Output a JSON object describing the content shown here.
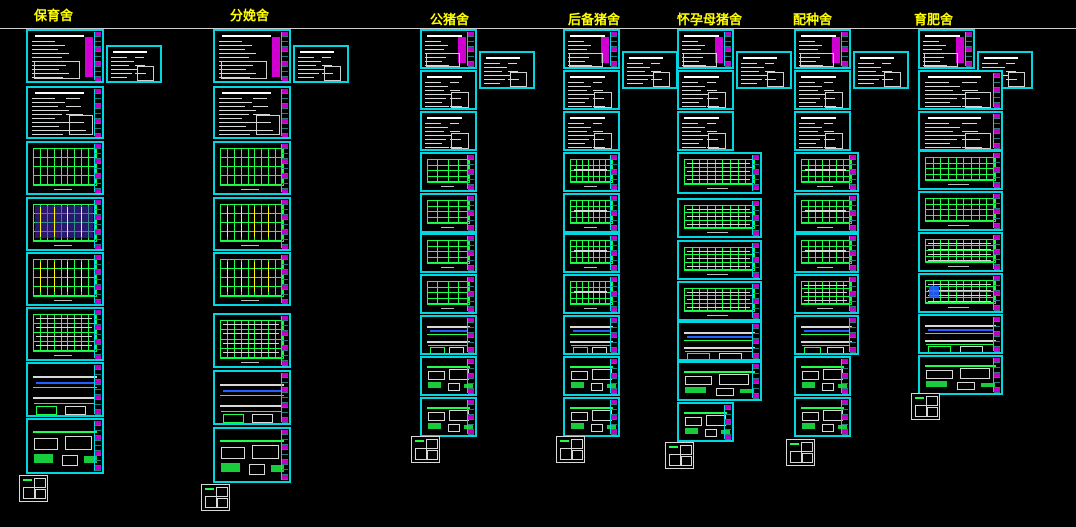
{
  "canvas": {
    "background": "#000000",
    "frame_color": "#00d7e0",
    "title_color": "#ffff00",
    "line_color": "#1fff4a",
    "accent_color": "#c000c0"
  },
  "groups": [
    {
      "key": "baoyu",
      "title": "保育舍"
    },
    {
      "key": "fenmian",
      "title": "分娩舍"
    },
    {
      "key": "gongzhu",
      "title": "公猪舍"
    },
    {
      "key": "houbei",
      "title": "后备猪舍"
    },
    {
      "key": "huaiyun",
      "title": "怀孕母猪舍"
    },
    {
      "key": "peizhong",
      "title": "配种舍"
    },
    {
      "key": "yufei",
      "title": "育肥舍"
    }
  ]
}
